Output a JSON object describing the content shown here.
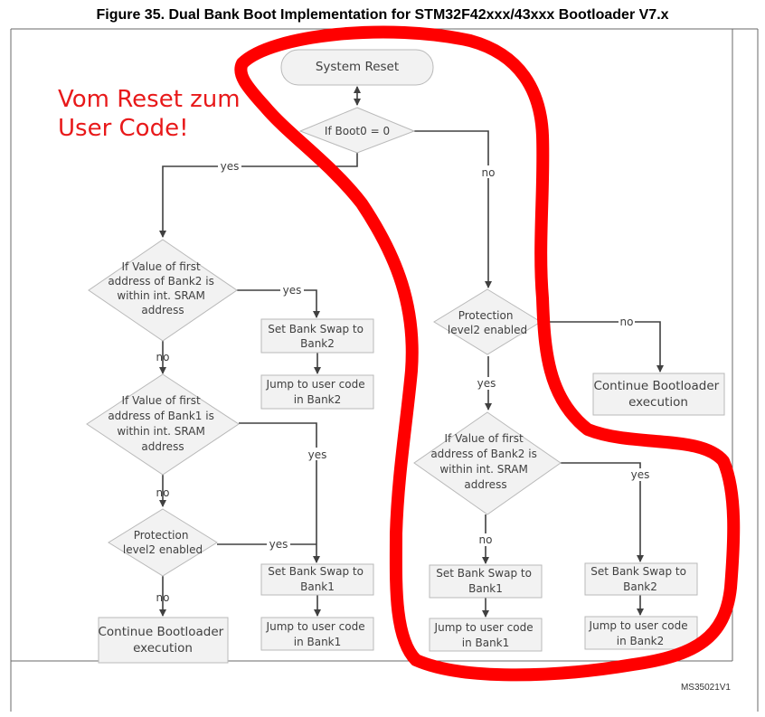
{
  "figure": {
    "title": "Figure 35. Dual Bank Boot Implementation for STM32F42xxx/43xxx Bootloader V7.x",
    "revision": "MS35021V1"
  },
  "annotation": {
    "lines": [
      "Vom Reset zum",
      "User Code!"
    ],
    "color": "#e8191a"
  },
  "nodes": {
    "system_reset": [
      "System Reset"
    ],
    "boot0": [
      "If Boot0 = 0"
    ],
    "left_bank2_check": [
      "If Value of first",
      "address of Bank2 is",
      "within int. SRAM",
      "address"
    ],
    "left_set_swap_bank2": [
      "Set Bank Swap to",
      "Bank2"
    ],
    "left_jump_bank2": [
      "Jump to user code",
      "in Bank2"
    ],
    "left_bank1_check": [
      "If Value of first",
      "address of Bank1 is",
      "within int. SRAM",
      "address"
    ],
    "left_protection": [
      "Protection",
      "level2 enabled"
    ],
    "left_set_swap_bank1": [
      "Set Bank Swap to",
      "Bank1"
    ],
    "left_jump_bank1": [
      "Jump to user code",
      "in Bank1"
    ],
    "left_continue": [
      "Continue Bootloader",
      "execution"
    ],
    "right_protection": [
      "Protection",
      "level2 enabled"
    ],
    "right_continue": [
      "Continue Bootloader",
      "execution"
    ],
    "right_bank2_check": [
      "If Value of first",
      "address of Bank2 is",
      "within int. SRAM",
      "address"
    ],
    "right_set_swap_bank1": [
      "Set Bank Swap to",
      "Bank1"
    ],
    "right_jump_bank1": [
      "Jump to user code",
      "in Bank1"
    ],
    "right_set_swap_bank2": [
      "Set Bank Swap to",
      "Bank2"
    ],
    "right_jump_bank2": [
      "Jump to user code",
      "in Bank2"
    ]
  },
  "edges": {
    "boot0_yes": "yes",
    "boot0_no": "no",
    "left_bank2_yes": "yes",
    "left_bank2_no": "no",
    "left_bank1_yes": "yes",
    "left_bank1_no": "no",
    "left_protection_yes": "yes",
    "left_protection_no": "no",
    "right_protection_no": "no",
    "right_protection_yes": "yes",
    "right_bank2_no": "no",
    "right_bank2_yes": "yes"
  },
  "colors": {
    "shape_fill": "#f2f2f2",
    "shape_stroke": "#b9b9b9",
    "arrow": "#404040",
    "highlight": "#ff0000"
  }
}
